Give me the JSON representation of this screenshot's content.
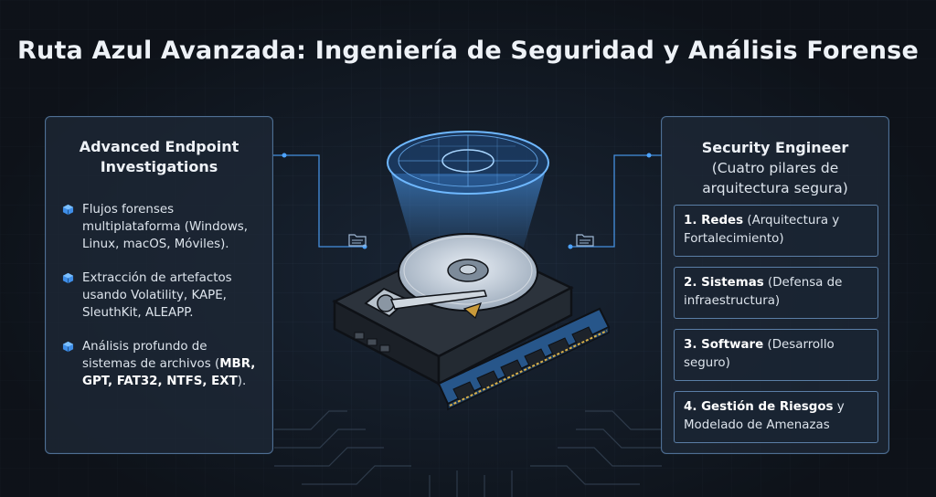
{
  "title": "Ruta Azul Avanzada: Ingeniería de Seguridad y Análisis Forense",
  "left_panel": {
    "title": "Advanced Endpoint Investigations",
    "bullets": [
      {
        "text": "Flujos forenses multiplataforma (Windows, Linux, macOS, Móviles)."
      },
      {
        "text": "Extracción de artefactos usando Volatility, KAPE, SleuthKit, ALEAPP."
      },
      {
        "text_before": "Análisis profundo de sistemas de archivos (",
        "bold": "MBR, GPT, FAT32, NTFS, EXT",
        "text_after": ")."
      }
    ]
  },
  "right_panel": {
    "title": "Security Engineer",
    "subtitle": "(Cuatro pilares de arquitectura segura)",
    "pillars": [
      {
        "bold": "1. Redes",
        "text": " (Arquitectura y Fortalecimiento)"
      },
      {
        "bold": "2. Sistemas",
        "text": " (Defensa de infraestructura)"
      },
      {
        "bold": "3. Software",
        "text": " (Desarrollo seguro)"
      },
      {
        "bold": "4. Gestión de Riesgos",
        "text": " y Modelado de Amenazas"
      }
    ]
  },
  "icons": [
    "cube-bullet-icon",
    "folder-icon",
    "hard-drive-illustration",
    "ram-module-illustration",
    "holographic-scanner-illustration"
  ],
  "colors": {
    "accent": "#4da3ff",
    "panel_border": "#4f6f93",
    "background": "#141a22"
  }
}
